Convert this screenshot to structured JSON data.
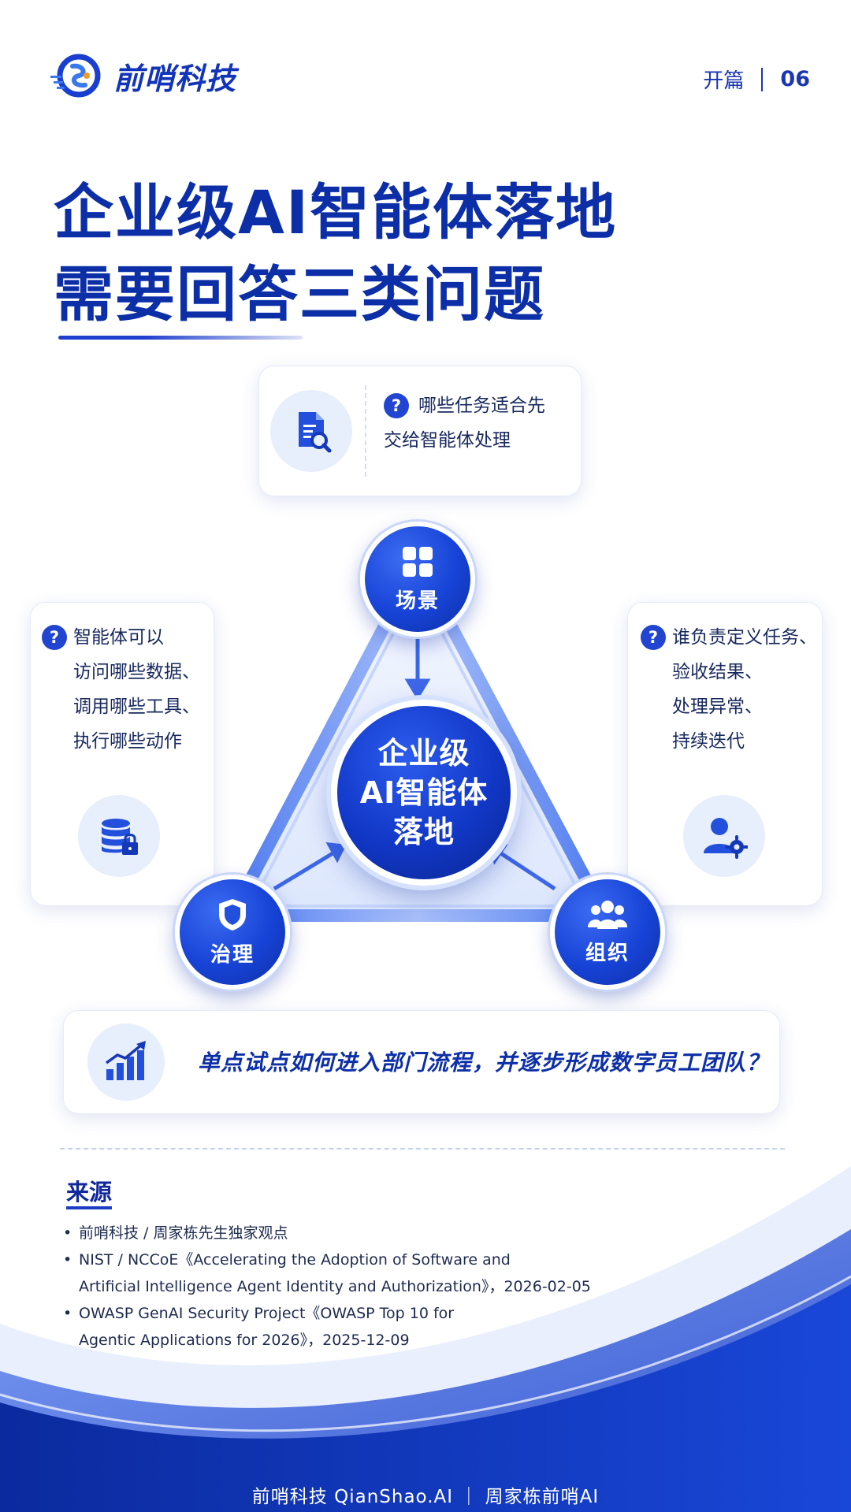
{
  "header": {
    "brand": "前哨科技",
    "section": "开篇",
    "page_number": "06"
  },
  "title": {
    "line1": "企业级AI智能体落地",
    "line2": "需要回答三类问题"
  },
  "diagram": {
    "center": "企业级\nAI智能体\n落地",
    "nodes": {
      "top": "场景",
      "left": "治理",
      "right": "组织"
    },
    "cards": {
      "top": {
        "icon": "document-search-icon",
        "line1": "哪些任务适合先",
        "line2": "交给智能体处理"
      },
      "left": {
        "icon": "database-lock-icon",
        "lines": [
          "智能体可以",
          "访问哪些数据、",
          "调用哪些工具、",
          "执行哪些动作"
        ]
      },
      "right": {
        "icon": "user-gear-icon",
        "lines": [
          "谁负责定义任务、",
          "验收结果、",
          "处理异常、",
          "持续迭代"
        ]
      }
    },
    "bottom_question": {
      "icon": "growth-chart-icon",
      "text": "单点试点如何进入部门流程，并逐步形成数字员工团队？"
    }
  },
  "sources": {
    "title": "来源",
    "items": [
      {
        "line1": "前哨科技 / 周家栋先生独家观点"
      },
      {
        "line1": "NIST / NCCoE《Accelerating the Adoption of Software and",
        "line2": "Artificial Intelligence Agent Identity and Authorization》，2026-02-05"
      },
      {
        "line1": "OWASP GenAI Security Project《OWASP Top 10 for",
        "line2": "Agentic Applications for 2026》，2025-12-09"
      }
    ]
  },
  "footer": "前哨科技 QianShao.AI ｜ 周家栋前哨AI",
  "colors": {
    "primary": "#1743d6",
    "dark": "#0c2fa8",
    "light": "#e7eefc"
  }
}
